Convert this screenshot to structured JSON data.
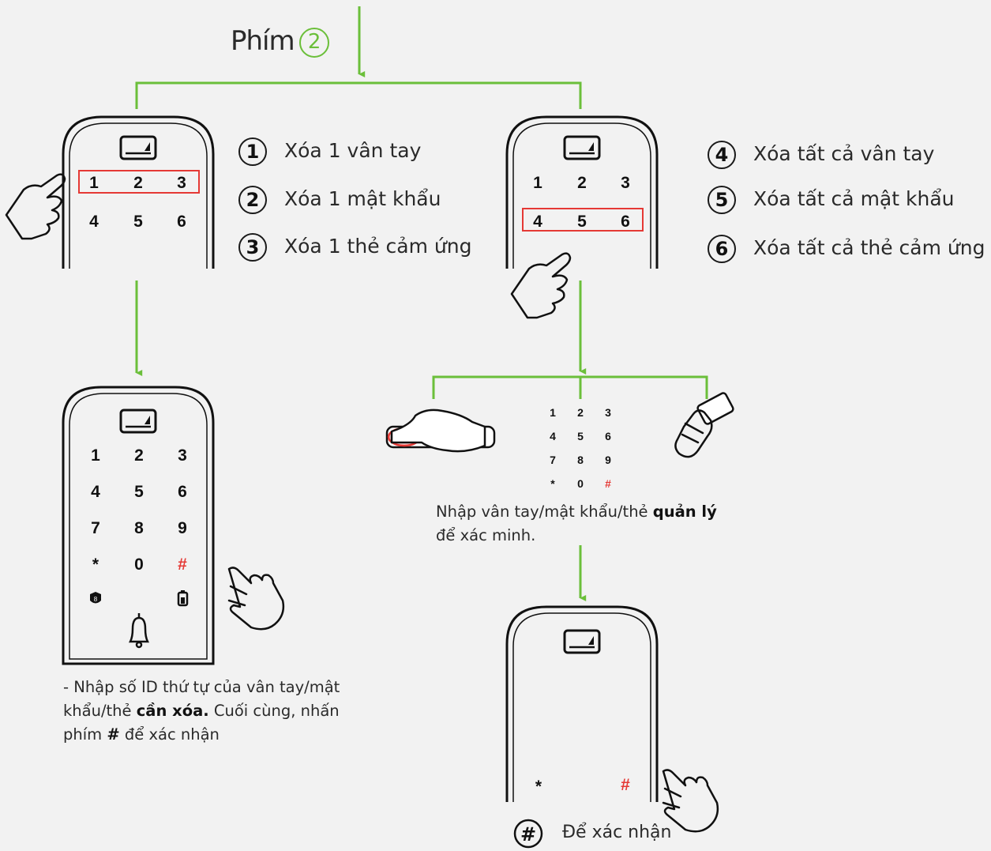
{
  "header": {
    "title": "Phím",
    "title_number": "2"
  },
  "options": [
    {
      "num": "1",
      "label": "Xóa 1 vân tay"
    },
    {
      "num": "2",
      "label": "Xóa 1 mật khẩu"
    },
    {
      "num": "3",
      "label": "Xóa 1 thẻ cảm ứng"
    },
    {
      "num": "4",
      "label": "Xóa tất cả vân tay"
    },
    {
      "num": "5",
      "label": "Xóa tất cả mật khẩu"
    },
    {
      "num": "6",
      "label": "Xóa tất cả thẻ cảm ứng"
    }
  ],
  "keypad": {
    "keys": [
      "1",
      "2",
      "3",
      "4",
      "5",
      "6",
      "7",
      "8",
      "9",
      "*",
      "0",
      "#"
    ]
  },
  "verify_note": {
    "text": "Nhập vân tay/mật khẩu/thẻ",
    "bold": "quản lý",
    "text2": "để xác minh."
  },
  "delete_note": {
    "text": "- Nhập số ID thứ tự của vân tay/mật khẩu/thẻ",
    "bold": "cần xóa.",
    "text2": "Cuối cùng, nhấn phím",
    "hash": "#",
    "text3": "để xác nhận"
  },
  "confirm": {
    "symbol": "#",
    "label": "Để xác nhận"
  },
  "colors": {
    "green": "#6bbf3a",
    "red": "#e53935",
    "line": "#1a1a1a"
  }
}
